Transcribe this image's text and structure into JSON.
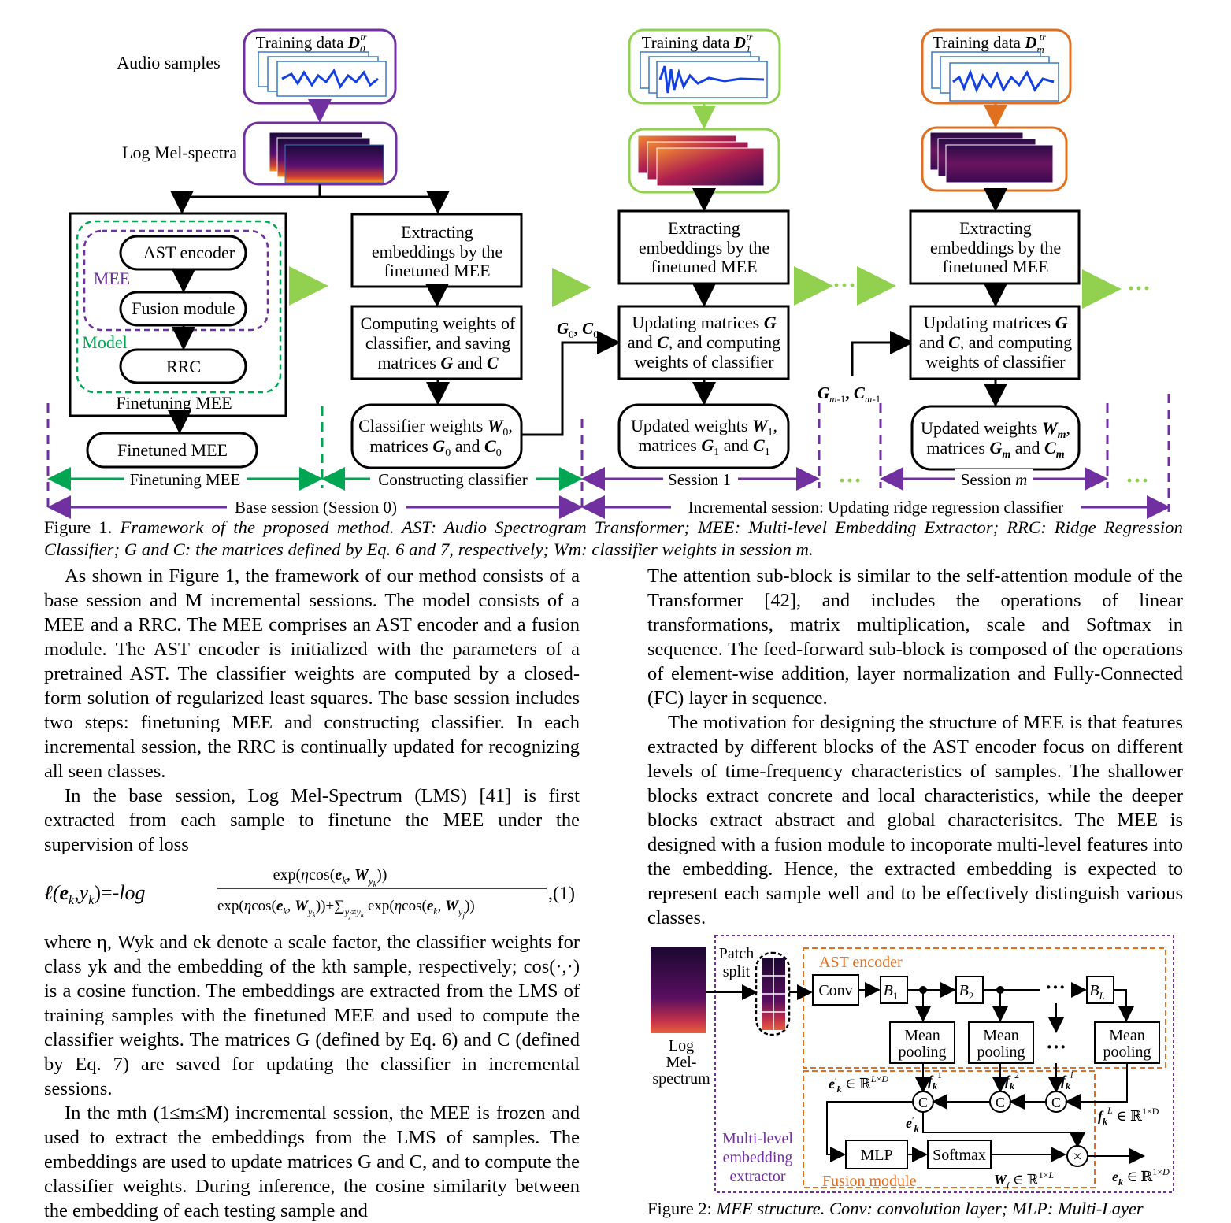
{
  "figure1": {
    "audio_samples_label": "Audio samples",
    "log_mel_label": "Log Mel-spectra",
    "training_data": [
      "Training data",
      "Training data",
      "Training data"
    ],
    "training_data_sym": [
      "D",
      "D",
      "D"
    ],
    "training_data_sub": [
      "0",
      "1",
      "m"
    ],
    "training_data_sup": "tr",
    "ast_encoder": "AST encoder",
    "mee_label": "MEE",
    "fusion_module": "Fusion module",
    "model_label": "Model",
    "rrc": "RRC",
    "finetuning_mee_box": "Finetuning MEE",
    "finetuned_mee": "Finetuned MEE",
    "extracting": [
      "Extracting",
      "embeddings by the",
      "finetuned MEE"
    ],
    "computing": [
      "Computing weights of",
      "classifier, and saving",
      "matrices G and C"
    ],
    "classifier_weights": [
      "Classifier weights W0,",
      "matrices G0 and C0"
    ],
    "updating": [
      "Updating matrices G",
      "and C, and computing",
      "weights of classifier"
    ],
    "updated_weights_1": [
      "Updated weights W1,",
      "matrices G1 and C1"
    ],
    "updated_weights_m": [
      "Updated weights Wm,",
      "matrices Gm and Cm"
    ],
    "g0c0": "G0, C0",
    "gm1cm1": "Gm-1, Cm-1",
    "ellipsis": "···",
    "span_finetuning": "Finetuning MEE",
    "span_constructing": "Constructing classifier",
    "span_session1": "Session 1",
    "span_sessionm": "Session m",
    "span_base": "Base session (Session 0)",
    "span_incremental": "Incremental session: Updating ridge regression classifier"
  },
  "caption1": {
    "label": "Figure 1.",
    "text": "Framework of the proposed method. AST: Audio Spectrogram Transformer; MEE: Multi-level Embedding Extractor; RRC: Ridge Regression Classifier; G and C: the matrices defined by Eq. 6 and 7, respectively; Wm: classifier weights in session m."
  },
  "left_column": {
    "p1": "As shown in Figure 1, the framework of our method consists of a base session and M incremental sessions. The model consists of a MEE and a RRC. The MEE comprises an AST encoder and a fusion module. The AST encoder is initialized with the parameters of a pretrained AST. The classifier weights are computed by a closed-form solution of regularized least squares. The base session includes two steps: finetuning MEE and constructing classifier. In each incremental session, the RRC is continually updated for recognizing all seen classes.",
    "p2": "In the base session, Log Mel-Spectrum (LMS) [41] is first extracted from each sample to finetune the MEE under the supervision of loss",
    "eq_number": "(1)",
    "p3": "where η, Wyk and ek denote a scale factor, the classifier weights for class yk and the embedding of the kth sample, respectively; cos(·,·) is a cosine function. The embeddings are extracted from the LMS of training samples with the finetuned MEE and used to compute the classifier weights. The matrices G (defined by Eq. 6) and C (defined by Eq. 7) are saved for updating the classifier in incremental sessions.",
    "p4": "In the mth (1≤m≤M) incremental session, the MEE is frozen and used to extract the embeddings from the LMS of samples. The embeddings are used to update matrices G and C, and to compute the classifier weights. During inference, the cosine similarity between the embedding of each testing sample and"
  },
  "right_column": {
    "p1": "The attention sub-block is similar to the self-attention module of the Transformer [42], and includes the operations of linear transformations, matrix multiplication, scale and Softmax in sequence. The feed-forward sub-block is composed of the operations of element-wise addition, layer normalization and Fully-Connected (FC) layer in sequence.",
    "p2": "The motivation for designing the structure of MEE is that features extracted by different blocks of the AST encoder focus on different levels of time-frequency characteristics of samples. The shallower blocks extract concrete and local characteristics, while the deeper blocks extract abstract and global characterisitcs. The MEE is designed with a fusion module to incoporate multi-level features into the embedding. Hence, the extracted embedding is expected to represent each sample well and to be effectively distinguish various classes."
  },
  "figure2": {
    "patch_split": [
      "Patch",
      "split"
    ],
    "ast_encoder": "AST encoder",
    "conv": "Conv",
    "b1": "B1",
    "b2": "B2",
    "bl": "BL",
    "mean_pooling": [
      "Mean",
      "pooling"
    ],
    "log_mel": [
      "Log",
      "Mel-",
      "spectrum"
    ],
    "mee_label": [
      "Multi-level",
      "embedding",
      "extractor"
    ],
    "mlp": "MLP",
    "softmax": "Softmax",
    "fusion_module": "Fusion module",
    "concat_symbol": "C",
    "multiply_symbol": "×",
    "ek_space": "e′k ∈ ℝL×D",
    "ek_prime": "e′k",
    "fkL_space": "fkL ∈ ℝ1×D",
    "wf_space": "Wf ∈ ℝ1×L",
    "ek_out": "ek ∈ ℝ1×D",
    "f1": "fk1",
    "f2": "fk2",
    "fl": "fkl"
  },
  "caption2": {
    "label": "Figure 2:",
    "text": "MEE structure. Conv: convolution layer; MLP: Multi-Layer"
  },
  "colors": {
    "purple": "#7030a0",
    "green": "#92d050",
    "dark_green": "#00a651",
    "orange": "#e07020"
  }
}
